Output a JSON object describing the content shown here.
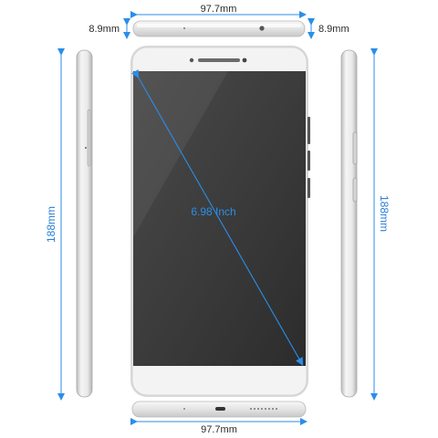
{
  "dimensions": {
    "top_width": "97.7mm",
    "bottom_width": "97.7mm",
    "left_thickness": "8.9mm",
    "right_thickness": "8.9mm",
    "left_height": "188mm",
    "right_height": "188mm",
    "screen_diagonal": "6.98 Inch"
  },
  "colors": {
    "accent": "#2a8ee8",
    "phone_body": "#e7e7e7",
    "phone_frame": "#f4f4f4",
    "screen": "#3a3a3a"
  }
}
